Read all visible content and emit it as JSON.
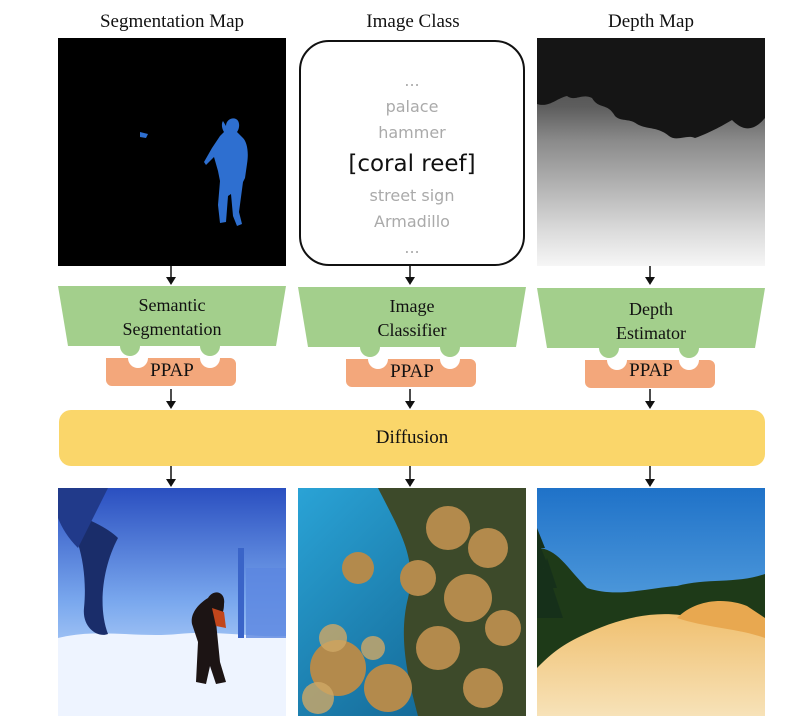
{
  "columns": {
    "segmentation": {
      "title": "Segmentation Map",
      "model_line1": "Semantic",
      "model_line2": "Segmentation",
      "guidance": "PPAP"
    },
    "classification": {
      "title": "Image Class",
      "model_line1": "Image",
      "model_line2": "Classifier",
      "guidance": "PPAP",
      "class_list": [
        "...",
        "palace",
        "hammer",
        "[coral reef]",
        "street sign",
        "Armadillo",
        "..."
      ]
    },
    "depth": {
      "title": "Depth Map",
      "model_line1": "Depth",
      "model_line2": "Estimator",
      "guidance": "PPAP"
    }
  },
  "diffusion": {
    "label": "Diffusion"
  },
  "colors": {
    "model_green": "#a3cf8c",
    "ppap_orange": "#f3a77b",
    "diffusion_yellow": "#fad66a",
    "segment_blue": "#2e6fd0"
  }
}
